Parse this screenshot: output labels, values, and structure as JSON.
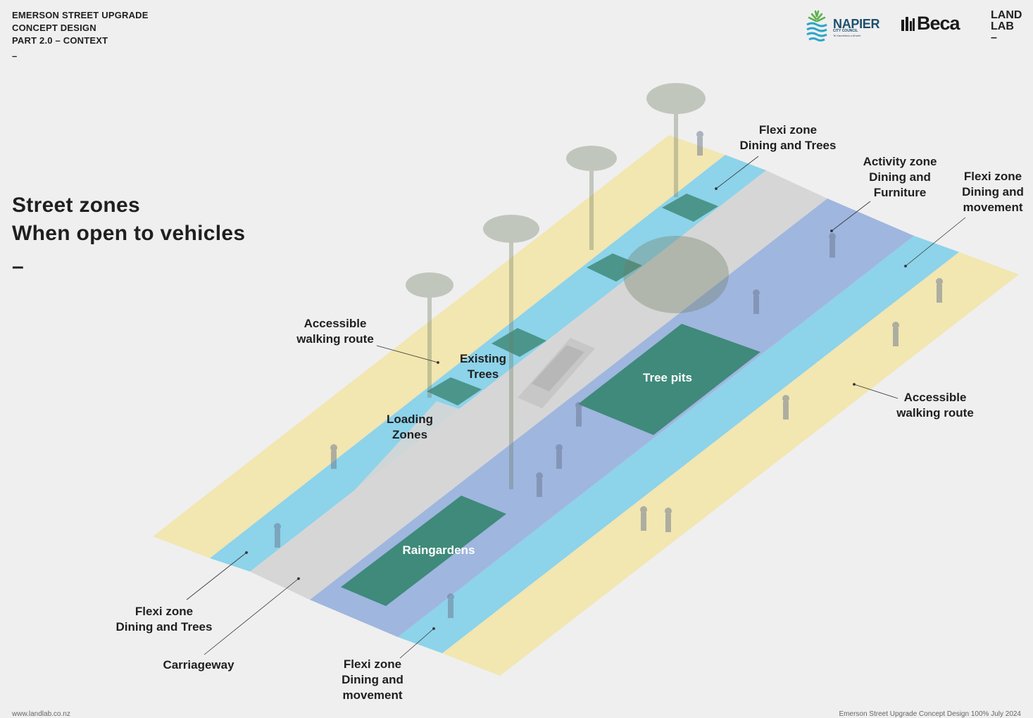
{
  "header": {
    "line1": "EMERSON STREET UPGRADE",
    "line2": "CONCEPT DESIGN",
    "line3": "PART 2.0 – CONTEXT",
    "dash": "–"
  },
  "title": {
    "line1": "Street zones",
    "line2": "When open to vehicles",
    "dash": "–"
  },
  "logos": {
    "napier_name": "NAPIER",
    "napier_sub": "CITY COUNCIL",
    "napier_tag": "Te Kaunihera o Ahuriri",
    "beca": "Beca",
    "landlab_line1": "LAND",
    "landlab_line2": "LAB",
    "landlab_dash": "–"
  },
  "labels": {
    "flexi_top_1": "Flexi zone",
    "flexi_top_2": "Dining and Trees",
    "activity_1": "Activity zone",
    "activity_2": "Dining and",
    "activity_3": "Furniture",
    "flexi_right_1": "Flexi zone",
    "flexi_right_2": "Dining and",
    "flexi_right_3": "movement",
    "acc_left_1": "Accessible",
    "acc_left_2": "walking route",
    "existing_1": "Existing",
    "existing_2": "Trees",
    "tree_pits": "Tree pits",
    "loading_1": "Loading",
    "loading_2": "Zones",
    "acc_right_1": "Accessible",
    "acc_right_2": "walking route",
    "raingardens": "Raingardens",
    "flexi_bl_1": "Flexi zone",
    "flexi_bl_2": "Dining and Trees",
    "carriageway": "Carriageway",
    "flexi_bm_1": "Flexi zone",
    "flexi_bm_2": "Dining and",
    "flexi_bm_3": "movement"
  },
  "footer": {
    "left": "www.landlab.co.nz",
    "right": "Emerson Street Upgrade   Concept Design 100%   July 2024"
  },
  "colors": {
    "walking_route": "#f2e6b1",
    "flexi_zone": "#8dd3ea",
    "carriageway": "#d6d6d6",
    "activity_zone": "#9fb6df",
    "planting": "#3f8a7a",
    "background": "#efefef"
  }
}
